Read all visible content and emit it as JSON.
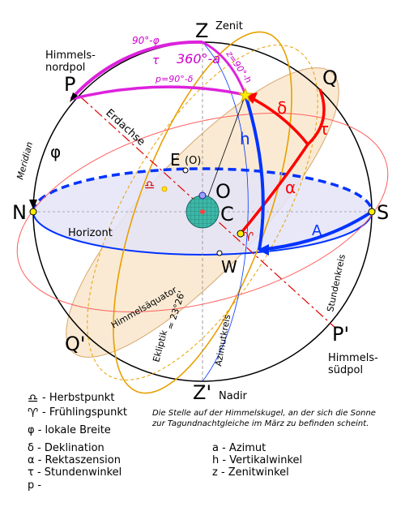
{
  "points": {
    "zenith": "Z",
    "zenith_label": "Zenit",
    "nadir": "Z'",
    "nadir_label": "Nadir",
    "pole_north": "P",
    "pole_north_label_1": "Himmels-",
    "pole_north_label_2": "nordpol",
    "pole_south": "P'",
    "pole_south_label_1": "Himmels-",
    "pole_south_label_2": "südpol",
    "Q": "Q",
    "Q_prime": "Q'",
    "north": "N",
    "south": "S",
    "east": "E",
    "east_sub": "(O)",
    "west": "W",
    "observer": "O",
    "center": "C"
  },
  "circles": {
    "meridian": "Meridian",
    "horizon": "Horizont",
    "earth_axis": "Erdachse",
    "celestial_equator": "Himmelsäquator",
    "ecliptic": "Ekliptik",
    "azimuth_circle": "Azimutkreis",
    "hour_circle": "Stundenkreis",
    "obliquity": "≈ 23°26'"
  },
  "angles": {
    "phi": "φ",
    "delta": "δ",
    "tau": "τ",
    "alpha": "α",
    "h": "h",
    "A": "A",
    "ninety_minus_phi": "90°-φ",
    "tau_top": "τ",
    "three_sixty_minus_a": "360°-a",
    "z_eq": "z=90°-h",
    "p_eq": "p=90°-δ"
  },
  "symbols": {
    "libra": "♎",
    "aries": "♈"
  },
  "legend": {
    "herbstpunkt": "- Herbstpunkt",
    "fruehlingspunkt": "- Frühlingspunkt",
    "phi": "φ - lokale Breite",
    "delta": "δ - Deklination",
    "alpha": "α - Rektaszension",
    "tau": "τ - Stundenwinkel",
    "p": "p -",
    "a": "a - Azimut",
    "h": "h - Vertikalwinkel",
    "z": "z - Zenitwinkel"
  },
  "note_1": "Die Stelle auf der Himmelskugel, an der sich die Sonne",
  "note_2": "zur Tagundnachtgleiche im März zu befinden scheint.",
  "colors": {
    "magenta": "#dd22dd",
    "red": "#ff0000",
    "blue": "#0033ff",
    "orange": "#e8a000",
    "equator_fill": "#f8e3c4",
    "horizon_fill": "#e4e4f8",
    "earth": "#3cb8a8",
    "sun": "#ffee00"
  }
}
